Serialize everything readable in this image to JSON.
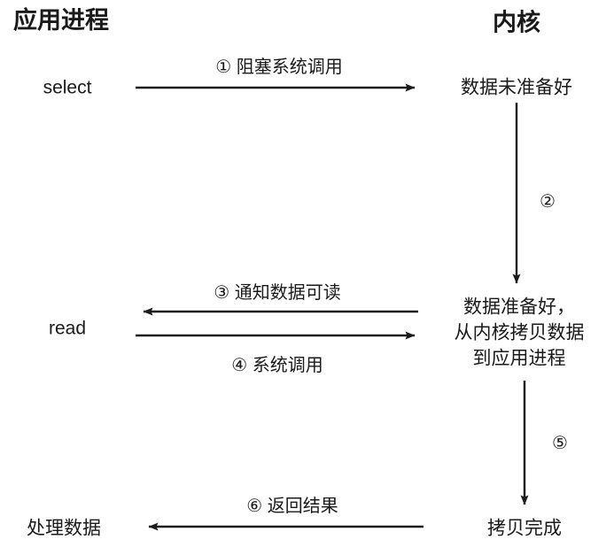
{
  "diagram": {
    "title_left": "应用进程",
    "title_right": "内核",
    "nodes": {
      "app_select": "select",
      "app_read": "read",
      "app_process": "处理数据",
      "kernel_not_ready": "数据未准备好",
      "kernel_ready_line1": "数据准备好，",
      "kernel_ready_line2": "从内核拷贝数据",
      "kernel_ready_line3": "到应用进程",
      "kernel_copy_done": "拷贝完成"
    },
    "steps": [
      {
        "num": "①",
        "label": "① 阻塞系统调用",
        "direction": "right",
        "from": "应用进程",
        "to": "内核"
      },
      {
        "num": "②",
        "label": "②",
        "direction": "down",
        "from": "数据未准备好",
        "to": "数据准备好"
      },
      {
        "num": "③",
        "label": "③ 通知数据可读",
        "direction": "left",
        "from": "内核",
        "to": "应用进程"
      },
      {
        "num": "④",
        "label": "④ 系统调用",
        "direction": "right",
        "from": "应用进程",
        "to": "内核"
      },
      {
        "num": "⑤",
        "label": "⑤",
        "direction": "down",
        "from": "数据准备好",
        "to": "拷贝完成"
      },
      {
        "num": "⑥",
        "label": "⑥ 返回结果",
        "direction": "left",
        "from": "内核",
        "to": "应用进程"
      }
    ],
    "colors": {
      "stroke": "#1a1a1a",
      "background": "#ffffff",
      "text": "#1a1a1a"
    }
  }
}
